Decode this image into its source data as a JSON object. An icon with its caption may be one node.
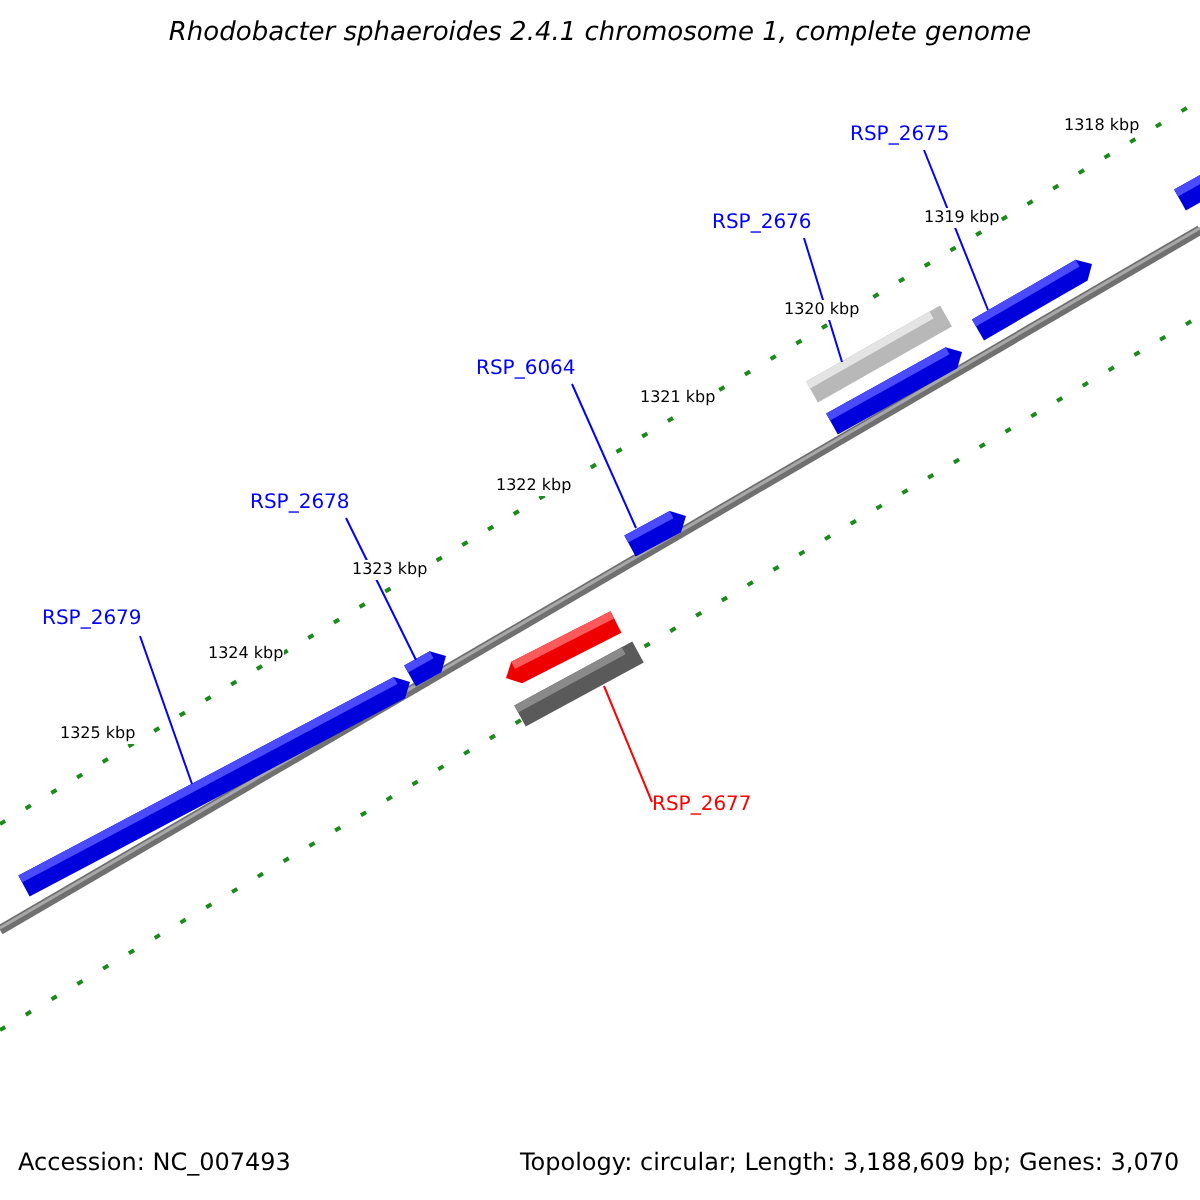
{
  "diagram": {
    "title": "Rhodobacter sphaeroides 2.4.1 chromosome 1, complete genome",
    "nodes": [
      {
        "text": [
          "RSP_2679"
        ]
      },
      {
        "text": [
          "RSP_2678"
        ]
      },
      {
        "text": [
          "RSP_6064"
        ]
      },
      {
        "text": [
          "RSP_2676"
        ]
      },
      {
        "text": [
          "RSP_2675"
        ]
      },
      {
        "text": [
          "RSP_2677"
        ]
      },
      {
        "text": [],
        "shape": "bar"
      },
      {
        "text": [],
        "shape": "bar"
      },
      {
        "text": [],
        "shape": "bar"
      },
      {
        "text": [],
        "shape": "bar"
      },
      {
        "text": [],
        "shape": "bar"
      },
      {
        "text": [],
        "shape": "bar"
      },
      {
        "text": [],
        "shape": "bar"
      },
      {
        "text": [],
        "shape": "bar"
      },
      {
        "text": [],
        "shape": "bar"
      }
    ],
    "edges": [
      {
        "from": 0,
        "to": 6,
        "arrow": "none"
      },
      {
        "from": 1,
        "to": 7,
        "arrow": "none"
      },
      {
        "from": 2,
        "to": 8,
        "arrow": "none"
      },
      {
        "from": 3,
        "to": 9,
        "arrow": "none"
      },
      {
        "from": 4,
        "to": 11,
        "arrow": "none"
      },
      {
        "from": 5,
        "to": 14,
        "arrow": "none",
        "color": "#ff0000"
      }
    ],
    "labels": [
      "1318 kbp",
      "1319 kbp",
      "1320 kbp",
      "1321 kbp",
      "1322 kbp",
      "1323 kbp",
      "1324 kbp",
      "1325 kbp",
      "Accession: NC_007493",
      "Topology: circular; Length: 3,188,609 bp; Genes: 3,070"
    ]
  }
}
